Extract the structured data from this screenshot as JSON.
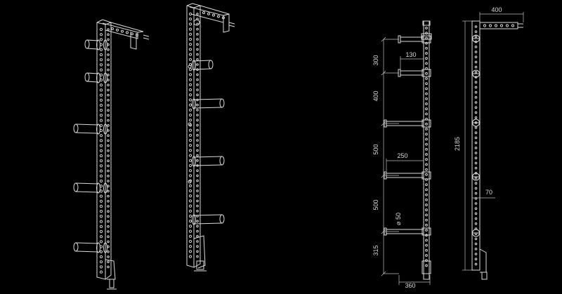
{
  "colors": {
    "background": "#000000",
    "line": "#d9d9d9",
    "hole": "#cfcfcf"
  },
  "dimensions": {
    "spacing_top": "300",
    "peg_offset": "130",
    "spacing_second": "400",
    "spacing_third": "500",
    "peg_length": "250",
    "spacing_fourth": "500",
    "peg_diameter": "⌀ 50",
    "spacing_bottom": "315",
    "base_depth": "360",
    "top_width": "400",
    "total_height": "2185",
    "upright_width": "70"
  }
}
